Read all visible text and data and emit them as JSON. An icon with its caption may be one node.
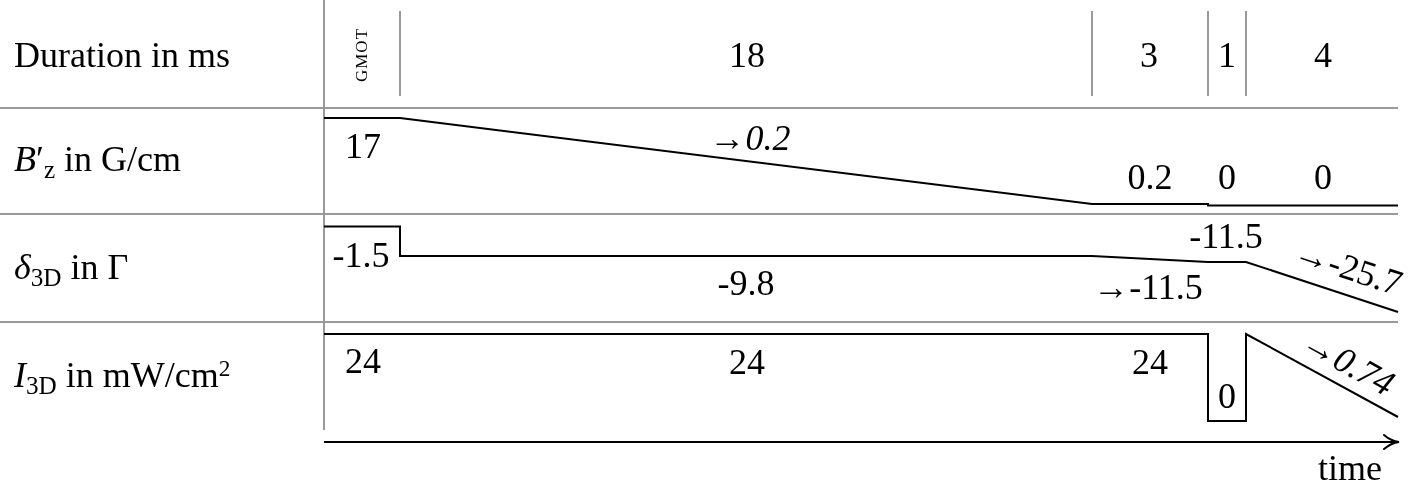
{
  "diagram": {
    "labels": [
      "Duration in ms",
      "GMOT",
      "18",
      "3",
      "1",
      "4",
      "*B*′$_{z}$ in G/cm",
      "17",
      "→*0.2*",
      "0.2",
      "0",
      "0",
      "*δ*$_{3D}$ in Γ",
      "-1.5",
      "-9.8",
      "→-11.5",
      "-11.5",
      "→-25.7",
      "*I*$_{3D}$ in mW/cm$^{2}$",
      "24",
      "24",
      "24",
      "0",
      "→*0.74*",
      "time"
    ]
  }
}
